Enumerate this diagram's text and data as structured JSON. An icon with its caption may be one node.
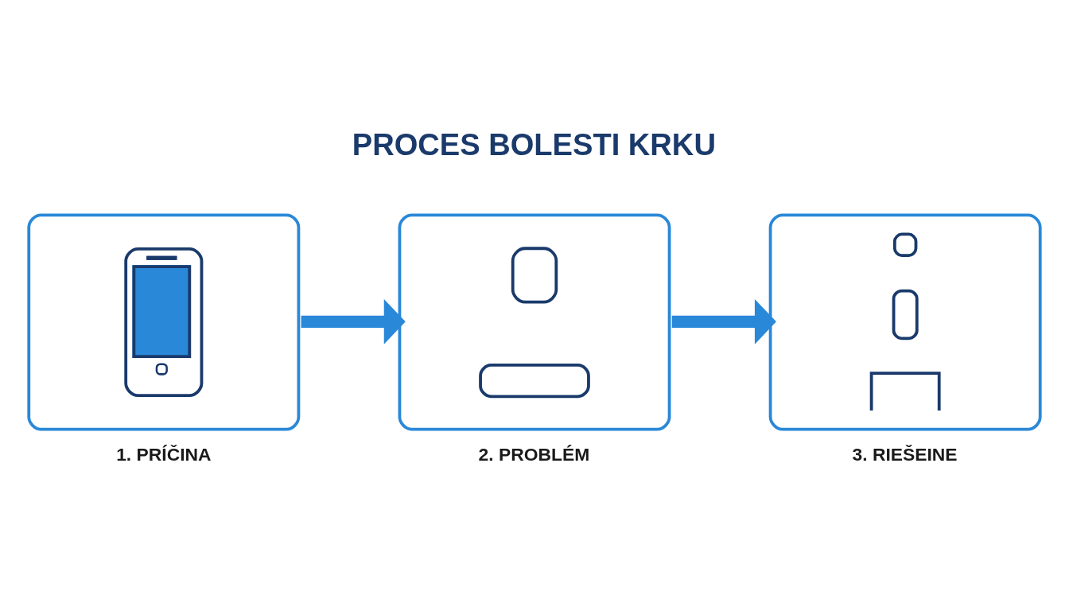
{
  "diagram": {
    "title": "PROCES BOLESTI KRKU",
    "nodes": [
      {
        "text": [
          "1. PRÍČINA"
        ]
      },
      {
        "text": [
          "2. PROBLÉM"
        ]
      },
      {
        "text": [
          "3. RIEŠEINE"
        ]
      }
    ],
    "edges": [
      {
        "from": 0,
        "to": 1,
        "arrow": "to"
      },
      {
        "from": 1,
        "to": 2,
        "arrow": "to"
      }
    ]
  }
}
